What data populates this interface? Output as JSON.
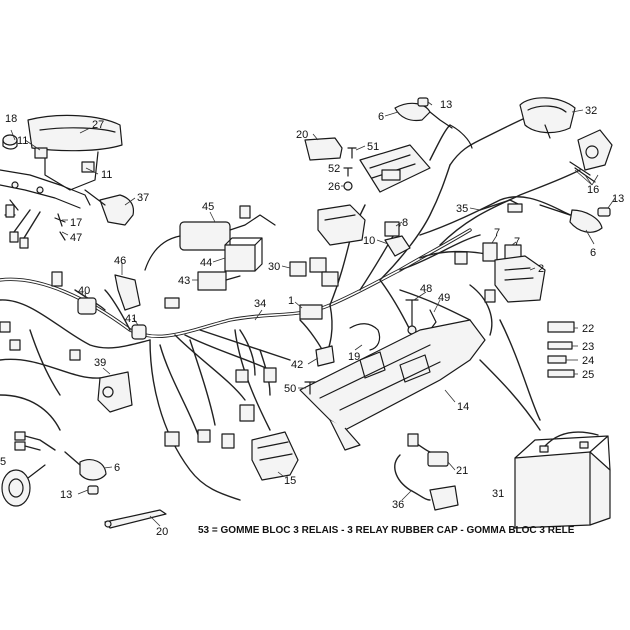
{
  "callouts": [
    {
      "id": "c27",
      "text": "27"
    },
    {
      "id": "c18",
      "text": "18"
    },
    {
      "id": "c11a",
      "text": "11"
    },
    {
      "id": "c11b",
      "text": "11"
    },
    {
      "id": "c37",
      "text": "37"
    },
    {
      "id": "c17",
      "text": "17"
    },
    {
      "id": "c47",
      "text": "47"
    },
    {
      "id": "c6a",
      "text": "6"
    },
    {
      "id": "c13a",
      "text": "13"
    },
    {
      "id": "c32",
      "text": "32"
    },
    {
      "id": "c20a",
      "text": "20"
    },
    {
      "id": "c51",
      "text": "51"
    },
    {
      "id": "c52",
      "text": "52"
    },
    {
      "id": "c26",
      "text": "26"
    },
    {
      "id": "c16",
      "text": "16"
    },
    {
      "id": "c13b",
      "text": "13"
    },
    {
      "id": "c45",
      "text": "45"
    },
    {
      "id": "c35",
      "text": "35"
    },
    {
      "id": "c8",
      "text": "8"
    },
    {
      "id": "c10",
      "text": "10"
    },
    {
      "id": "c7a",
      "text": "7"
    },
    {
      "id": "c7b",
      "text": "7"
    },
    {
      "id": "c6b",
      "text": "6"
    },
    {
      "id": "c44",
      "text": "44"
    },
    {
      "id": "c30",
      "text": "30"
    },
    {
      "id": "c2",
      "text": "2"
    },
    {
      "id": "c46",
      "text": "46"
    },
    {
      "id": "c43",
      "text": "43"
    },
    {
      "id": "c40",
      "text": "40"
    },
    {
      "id": "c34",
      "text": "34"
    },
    {
      "id": "c1",
      "text": "1"
    },
    {
      "id": "c48",
      "text": "48"
    },
    {
      "id": "c49",
      "text": "49"
    },
    {
      "id": "c22",
      "text": "22"
    },
    {
      "id": "c41",
      "text": "41"
    },
    {
      "id": "c23",
      "text": "23"
    },
    {
      "id": "c19",
      "text": "19"
    },
    {
      "id": "c24",
      "text": "24"
    },
    {
      "id": "c39",
      "text": "39"
    },
    {
      "id": "c42",
      "text": "42"
    },
    {
      "id": "c25",
      "text": "25"
    },
    {
      "id": "c50",
      "text": "50"
    },
    {
      "id": "c14",
      "text": "14"
    },
    {
      "id": "c5",
      "text": "5"
    },
    {
      "id": "c6c",
      "text": "6"
    },
    {
      "id": "c15",
      "text": "15"
    },
    {
      "id": "c21",
      "text": "21"
    },
    {
      "id": "c13c",
      "text": "13"
    },
    {
      "id": "c36",
      "text": "36"
    },
    {
      "id": "c31",
      "text": "31"
    },
    {
      "id": "c20b",
      "text": "20"
    }
  ],
  "caption": "53 = GOMME BLOC 3 RELAIS - 3 RELAY RUBBER CAP - GOMMA BLOC 3 RELE"
}
